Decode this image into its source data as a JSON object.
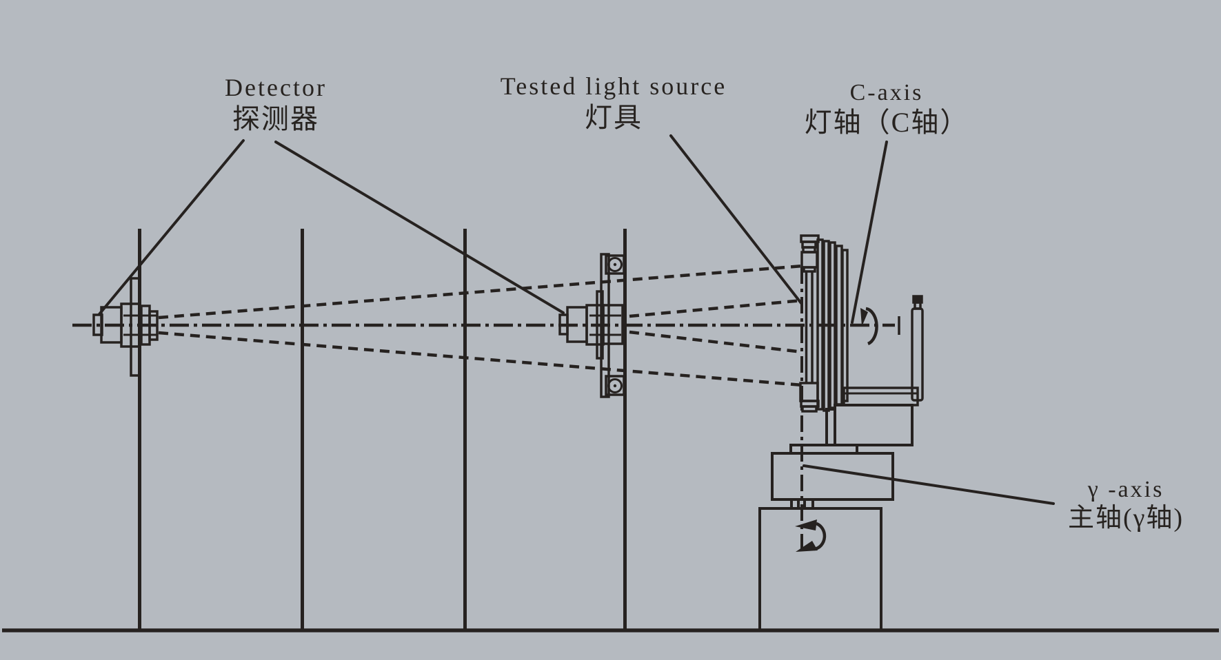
{
  "colors": {
    "background": "#b5bac0",
    "line": "#262220",
    "text": "#272320"
  },
  "labels": {
    "detector": {
      "en": "Detector",
      "zh": "探测器"
    },
    "tested_light_source": {
      "en": "Tested light source",
      "zh": "灯具"
    },
    "c_axis": {
      "en": "C-axis",
      "zh": "灯轴（C轴）"
    },
    "gamma_axis": {
      "en": "γ -axis",
      "zh": "主轴(γ轴)"
    }
  },
  "diagram": {
    "stand_count": 4,
    "parts": [
      "ground-line",
      "mounting-stands",
      "detector-unit",
      "far-detector-unit",
      "goniometer-head",
      "counterweight-rod",
      "goniometer-base",
      "optical-center-line",
      "gamma-axis-line",
      "light-beam-rays",
      "c-axis-rotation-arrow",
      "gamma-axis-rotation-arrow"
    ]
  }
}
